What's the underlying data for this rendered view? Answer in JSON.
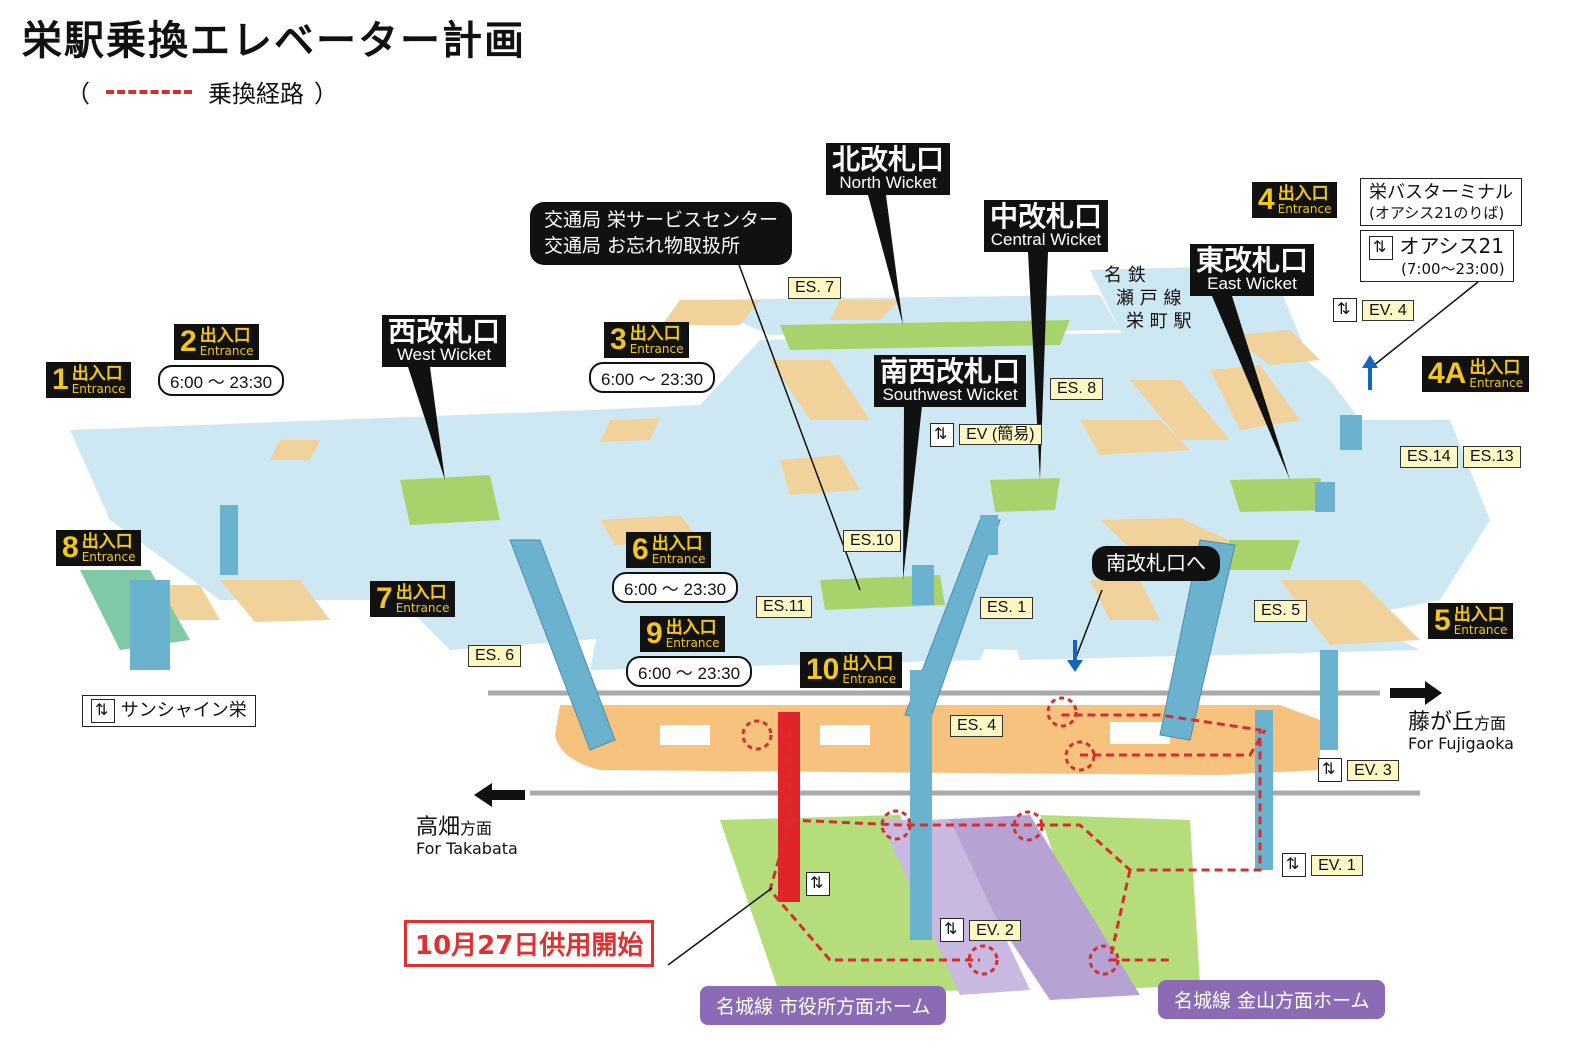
{
  "title": "栄駅乗換エレベーター計画",
  "legend": {
    "open": "（",
    "label": "乗換経路",
    "close": "）"
  },
  "wickets": {
    "north": {
      "jp": "北改札口",
      "en": "North Wicket"
    },
    "central": {
      "jp": "中改札口",
      "en": "Central Wicket"
    },
    "east": {
      "jp": "東改札口",
      "en": "East Wicket"
    },
    "west": {
      "jp": "西改札口",
      "en": "West Wicket"
    },
    "southwest": {
      "jp": "南西改札口",
      "en": "Southwest Wicket"
    }
  },
  "exit_label": {
    "jp": "出入口",
    "en": "Entrance"
  },
  "exits": {
    "e1": "1",
    "e2": "2",
    "e3": "3",
    "e4": "4",
    "e4a": "4A",
    "e5": "5",
    "e6": "6",
    "e7": "7",
    "e8": "8",
    "e9": "9",
    "e10": "10"
  },
  "hours": "6:00 ～ 23:30",
  "service_center": {
    "line1": "交通局 栄サービスセンター",
    "line2": "交通局 お忘れ物取扱所"
  },
  "meitetsu": [
    "名 鉄",
    "瀬 戸 線",
    "栄 町 駅"
  ],
  "bus_terminal": {
    "line1": "栄バスターミナル",
    "line2": "(オアシス21のりば)"
  },
  "oasis": {
    "name": "オアシス21",
    "hours": "(7:00～23:00)"
  },
  "south_wicket_link": "南改札口へ",
  "sunshine": "サンシャイン栄",
  "escalators": {
    "es1": "ES. 1",
    "es4": "ES. 4",
    "es5": "ES. 5",
    "es6": "ES. 6",
    "es7": "ES. 7",
    "es8": "ES. 8",
    "es10": "ES.10",
    "es11": "ES.11",
    "es13": "ES.13",
    "es14": "ES.14"
  },
  "elevators": {
    "ev1": "EV. 1",
    "ev2": "EV. 2",
    "ev3": "EV. 3",
    "ev4": "EV. 4",
    "ev_simple": "EV (簡易)"
  },
  "directions": {
    "fujigaoka": {
      "jp": "藤が丘",
      "suffix": "方面",
      "en": "For Fujigaoka"
    },
    "takabata": {
      "jp": "高畑",
      "suffix": "方面",
      "en": "For Takabata"
    }
  },
  "platforms": {
    "left": "名城線 市役所方面ホーム",
    "right": "名城線 金山方面ホーム"
  },
  "notice": "10月27日供用開始",
  "colors": {
    "concourse": "#cde8f3",
    "tan": "#f1d29b",
    "green": "#a8d26b",
    "orange": "#f6c27e",
    "platform_green": "#b6dd7c",
    "purple": "#b7a3d3",
    "route": "#d32f2f",
    "new_ev": "#e0242a",
    "ev_blue": "#6bb2cf"
  }
}
